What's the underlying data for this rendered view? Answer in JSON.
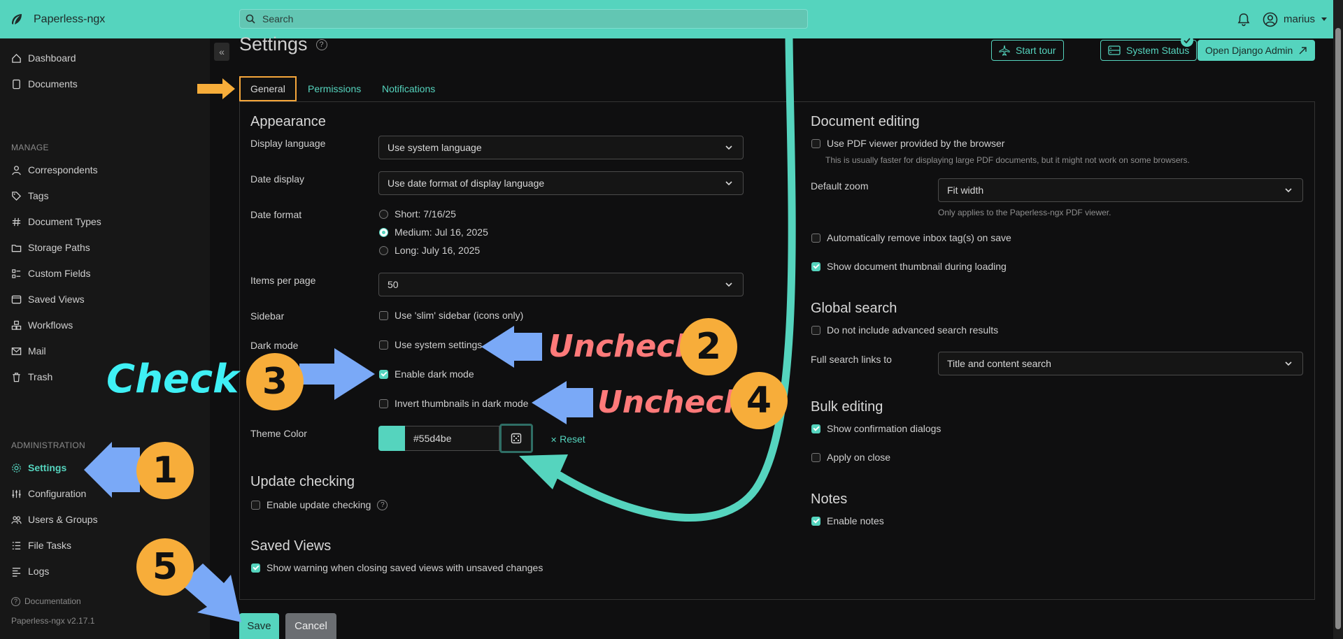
{
  "app": {
    "name": "Paperless-ngx",
    "version": "Paperless-ngx v2.17.1",
    "accent": "#55d4be"
  },
  "search": {
    "placeholder": "Search"
  },
  "user": {
    "name": "marius"
  },
  "sidebar": {
    "top": [
      {
        "label": "Dashboard",
        "icon": "house-icon"
      },
      {
        "label": "Documents",
        "icon": "file-icon"
      }
    ],
    "manage_heading": "MANAGE",
    "manage": [
      {
        "label": "Correspondents",
        "icon": "person-icon"
      },
      {
        "label": "Tags",
        "icon": "tag-icon"
      },
      {
        "label": "Document Types",
        "icon": "hash-icon"
      },
      {
        "label": "Storage Paths",
        "icon": "folder-icon"
      },
      {
        "label": "Custom Fields",
        "icon": "ui-checks-icon"
      },
      {
        "label": "Saved Views",
        "icon": "window-icon"
      },
      {
        "label": "Workflows",
        "icon": "boxes-icon"
      },
      {
        "label": "Mail",
        "icon": "envelope-icon"
      },
      {
        "label": "Trash",
        "icon": "trash-icon"
      }
    ],
    "admin_heading": "ADMINISTRATION",
    "admin": [
      {
        "label": "Settings",
        "icon": "gear-icon"
      },
      {
        "label": "Configuration",
        "icon": "sliders-icon"
      },
      {
        "label": "Users & Groups",
        "icon": "people-icon"
      },
      {
        "label": "File Tasks",
        "icon": "list-task-icon"
      },
      {
        "label": "Logs",
        "icon": "text-left-icon"
      }
    ],
    "documentation": "Documentation"
  },
  "page": {
    "title": "Settings",
    "help": "?",
    "start_tour": "Start tour",
    "system_status": "System Status",
    "django_admin": "Open Django Admin"
  },
  "tabs": [
    "General",
    "Permissions",
    "Notifications"
  ],
  "appearance": {
    "heading": "Appearance",
    "display_language_label": "Display language",
    "display_language_value": "Use system language",
    "date_display_label": "Date display",
    "date_display_value": "Use date format of display language",
    "date_format_label": "Date format",
    "date_formats": [
      "Short: 7/16/25",
      "Medium: Jul 16, 2025",
      "Long: July 16, 2025"
    ],
    "date_format_selected": 1,
    "items_per_page_label": "Items per page",
    "items_per_page_value": "50",
    "sidebar_label": "Sidebar",
    "slim_sidebar": "Use 'slim' sidebar (icons only)",
    "dark_mode_label": "Dark mode",
    "use_system_settings": "Use system settings",
    "enable_dark_mode": "Enable dark mode",
    "invert_thumbnails": "Invert thumbnails in dark mode",
    "theme_color_label": "Theme Color",
    "theme_color_value": "#55d4be",
    "reset": "Reset"
  },
  "update_checking": {
    "heading": "Update checking",
    "enable": "Enable update checking"
  },
  "saved_views": {
    "heading": "Saved Views",
    "warn": "Show warning when closing saved views with unsaved changes"
  },
  "document_editing": {
    "heading": "Document editing",
    "pdf_viewer": "Use PDF viewer provided by the browser",
    "pdf_hint": "This is usually faster for displaying large PDF documents, but it might not work on some browsers.",
    "default_zoom_label": "Default zoom",
    "default_zoom_value": "Fit width",
    "zoom_hint": "Only applies to the Paperless-ngx PDF viewer.",
    "auto_remove_inbox": "Automatically remove inbox tag(s) on save",
    "show_thumbnail": "Show document thumbnail during loading"
  },
  "global_search": {
    "heading": "Global search",
    "no_advanced": "Do not include advanced search results",
    "full_links_label": "Full search links to",
    "full_links_value": "Title and content search"
  },
  "bulk_editing": {
    "heading": "Bulk editing",
    "confirm": "Show confirmation dialogs",
    "apply_close": "Apply on close"
  },
  "notes": {
    "heading": "Notes",
    "enable": "Enable notes"
  },
  "actions": {
    "save": "Save",
    "cancel": "Cancel"
  },
  "annotations": {
    "check": "Check",
    "uncheck_a": "Uncheck",
    "uncheck_b": "Uncheck",
    "n1": "1",
    "n2": "2",
    "n3": "3",
    "n4": "4",
    "n5": "5",
    "check_color": "#3ff0f5",
    "uncheck_color": "#ff7a7a",
    "arrow_color": "#7aa9f7",
    "circle_color": "#f7ad3a"
  }
}
